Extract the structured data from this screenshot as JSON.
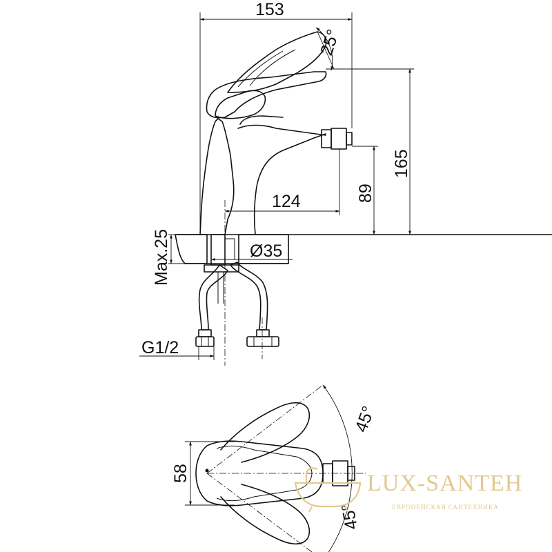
{
  "dimensions": {
    "width_153": "153",
    "lever_angle_25": "25°",
    "height_165": "165",
    "spout_height_89": "89",
    "reach_124": "124",
    "max_25": "Max.25",
    "hole_diameter": "Ø35",
    "thread": "G1/2",
    "top_view_width_58": "58",
    "swivel_angle_top": "45°",
    "swivel_angle_bottom": "45°"
  },
  "watermark": {
    "brand": "LUX-SANTEH",
    "tagline": "ЕВРОПЕЙСКАЯ САНТЕХНИКА"
  }
}
